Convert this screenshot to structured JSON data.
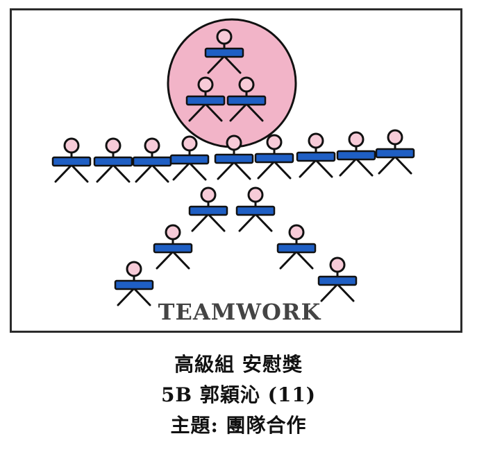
{
  "poster": {
    "slogan": "TEAMWORK",
    "colors": {
      "circle": "#f2b4c8",
      "head": "#f7cbd8",
      "body": "#1f5fc4",
      "stroke": "#111111",
      "slogan": "#444444"
    }
  },
  "caption": {
    "line1": "高級組 安慰獎",
    "line2": "5B 郭穎沁 (11)",
    "line3": "主題: 團隊合作"
  }
}
